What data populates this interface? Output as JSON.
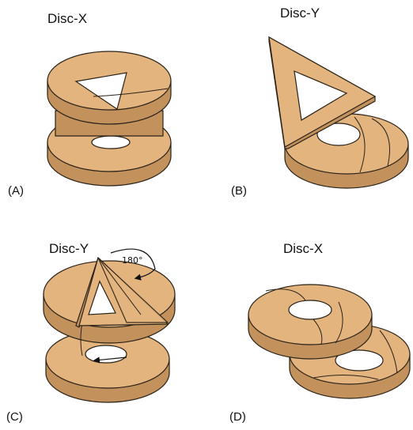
{
  "figure": {
    "panels": [
      {
        "letter": "(A)",
        "title": "Disc-X"
      },
      {
        "letter": "(B)",
        "title": "Disc-Y"
      },
      {
        "letter": "(C)",
        "title": "Disc-Y",
        "rotation_label": "180°"
      },
      {
        "letter": "(D)",
        "title": "Disc-X"
      }
    ],
    "colors": {
      "disc_top": "#E4B47E",
      "disc_side": "#C2915C",
      "outline": "#2a2218",
      "background": "#FFFFFF"
    },
    "icons": [
      "rotation-arrow-icon",
      "slide-arrow-icon"
    ]
  }
}
